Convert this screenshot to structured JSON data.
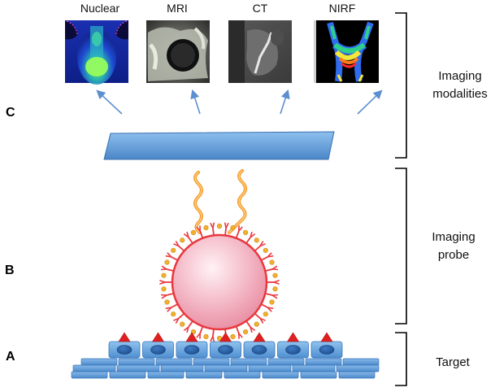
{
  "imaging_modalities": [
    {
      "label": "Nuclear",
      "icon": "nuclear-scan-image"
    },
    {
      "label": "MRI",
      "icon": "mri-scan-image"
    },
    {
      "label": "CT",
      "icon": "ct-scan-image"
    },
    {
      "label": "NIRF",
      "icon": "nirf-scan-image"
    }
  ],
  "sections": {
    "c": {
      "letter": "C",
      "label_line1": "Imaging",
      "label_line2": "modalities"
    },
    "b": {
      "letter": "B",
      "label_line1": "Imaging",
      "label_line2": "probe"
    },
    "a": {
      "letter": "A",
      "label": "Target"
    }
  },
  "colors": {
    "detector_plate": "#5b9bd5",
    "arrow": "#5b8fcf",
    "probe_spheres": "#f3b5c4",
    "probe_ligands": "#e8383d",
    "probe_beads": "#f0b030",
    "signal_waves": "#f39c2a",
    "target_cells": "#5b9bd5",
    "receptors": "#e02020"
  }
}
